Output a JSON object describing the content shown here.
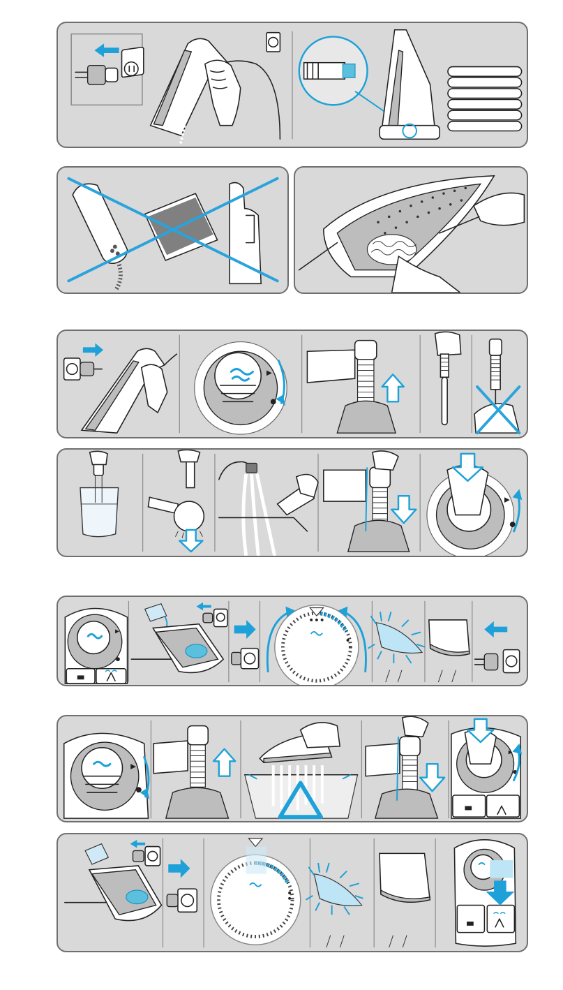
{
  "diagram": {
    "panels": [
      {
        "id": "unplug-and-storage",
        "steps": [
          "unplug",
          "cool-down-drain",
          "cord-wrap"
        ]
      },
      {
        "id": "no-abrasives-and-cleaning",
        "steps": [
          "no-abrasive-cleaners",
          "clean-soleplate"
        ]
      },
      {
        "id": "anti-calc-removal",
        "steps": [
          "plug-in",
          "turn-dial",
          "pull-out-valve",
          "hold-valve",
          "no-touch-needle"
        ]
      },
      {
        "id": "anti-calc-cleaning",
        "steps": [
          "soak-vinegar",
          "brush",
          "rinse-tap",
          "insert-valve",
          "push-and-turn"
        ]
      },
      {
        "id": "selfclean-heat",
        "steps": [
          "dial-position",
          "fill-water",
          "plug-in",
          "wait-heat",
          "hot-soleplate",
          "unplug"
        ]
      },
      {
        "id": "selfclean-flush",
        "steps": [
          "turn-dial",
          "pull-valve",
          "flush-over-sink",
          "insert-valve",
          "press-dial"
        ]
      },
      {
        "id": "selfclean-dry",
        "steps": [
          "fill-plug",
          "plug-in",
          "dial-setting",
          "hot",
          "dry",
          "press-button"
        ]
      }
    ]
  }
}
